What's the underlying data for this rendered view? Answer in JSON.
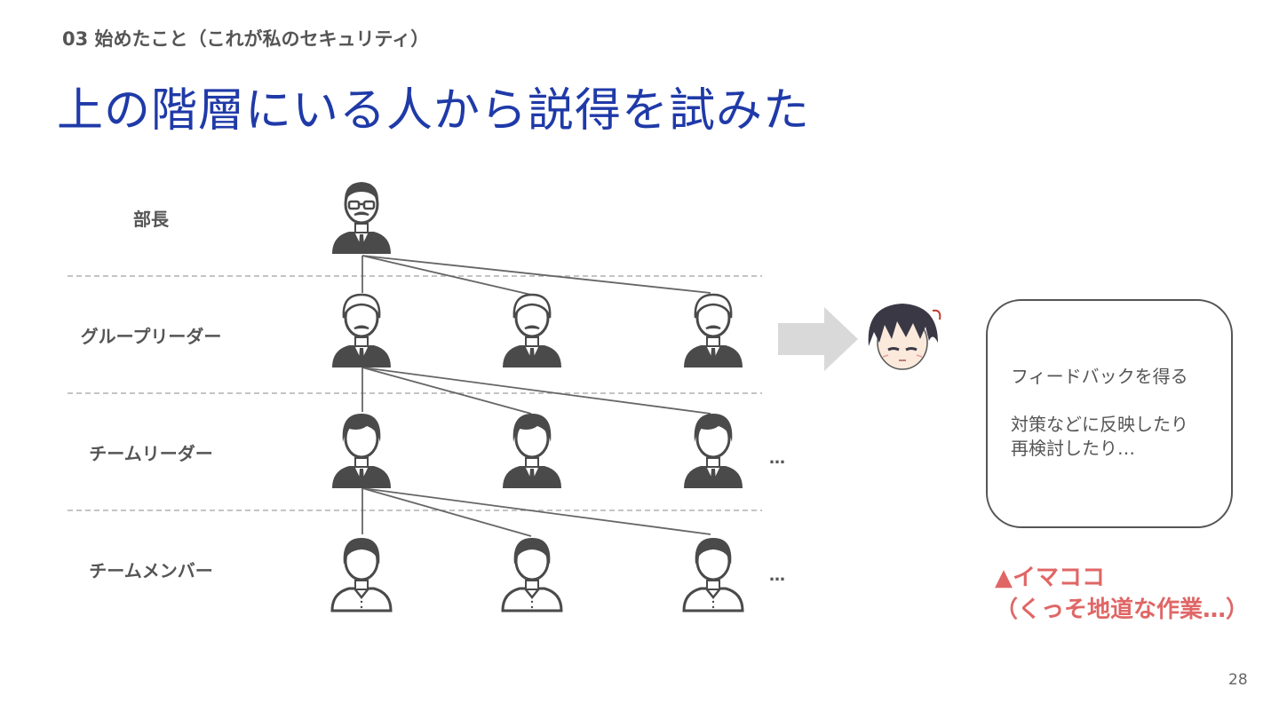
{
  "section_label": "03 始めたこと（これが私のセキュリティ）",
  "title": "上の階層にいる人から説得を試みた",
  "levels": [
    {
      "label": "部長"
    },
    {
      "label": "グループリーダー"
    },
    {
      "label": "チームリーダー"
    },
    {
      "label": "チームメンバー"
    }
  ],
  "ellipsis": "…",
  "note": {
    "line1": "フィードバックを得る",
    "line2": "対策などに反映したり",
    "line3": "再検討したり…"
  },
  "status": {
    "line1": "▲イマココ",
    "line2": "（くっそ地道な作業…）"
  },
  "page_number": "28",
  "colors": {
    "title": "#1f3aa8",
    "text": "#555555",
    "person": "#4a4a4a",
    "status": "#e06666",
    "arrow": "#d9d9d9"
  }
}
